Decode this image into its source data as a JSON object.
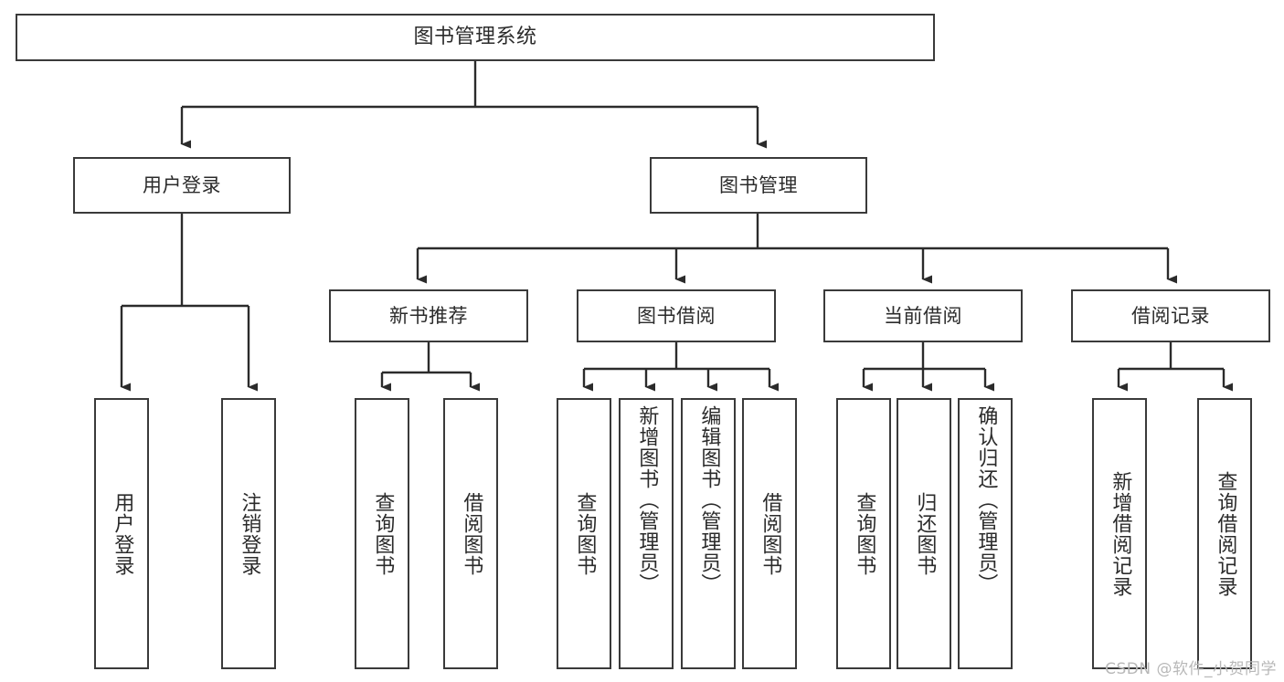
{
  "diagram": {
    "title": "图书管理系统",
    "type": "tree",
    "colors": {
      "box_border": "#3a3a3a",
      "box_fill": "#ffffff",
      "edge": "#2b2b2b",
      "text": "#2b2b2b",
      "background": "#ffffff",
      "watermark": "#b8b8b8"
    }
  },
  "nodes": {
    "root": {
      "label": "图书管理系统"
    },
    "level1": [
      {
        "id": "user_login",
        "label": "用户登录"
      },
      {
        "id": "book_manage",
        "label": "图书管理"
      }
    ],
    "level2": [
      {
        "id": "new_book_rec",
        "label": "新书推荐"
      },
      {
        "id": "book_borrow",
        "label": "图书借阅"
      },
      {
        "id": "current_borrow",
        "label": "当前借阅"
      },
      {
        "id": "borrow_record",
        "label": "借阅记录"
      }
    ],
    "leaves": {
      "user_login": [
        {
          "id": "leaf_user_login",
          "label": "用户登录"
        },
        {
          "id": "leaf_user_logout",
          "label": "注销登录"
        }
      ],
      "new_book_rec": [
        {
          "id": "leaf_query_book_1",
          "label": "查询图书"
        },
        {
          "id": "leaf_borrow_book_1",
          "label": "借阅图书"
        }
      ],
      "book_borrow": [
        {
          "id": "leaf_query_book_2",
          "label": "查询图书"
        },
        {
          "id": "leaf_add_book",
          "label": "新增图书（管理员）"
        },
        {
          "id": "leaf_edit_book",
          "label": "编辑图书（管理员）"
        },
        {
          "id": "leaf_borrow_book_2",
          "label": "借阅图书"
        }
      ],
      "current_borrow": [
        {
          "id": "leaf_query_book_3",
          "label": "查询图书"
        },
        {
          "id": "leaf_return_book",
          "label": "归还图书"
        },
        {
          "id": "leaf_confirm_return",
          "label": "确认归还（管理员）"
        }
      ],
      "borrow_record": [
        {
          "id": "leaf_add_record",
          "label": "新增借阅记录"
        },
        {
          "id": "leaf_query_record",
          "label": "查询借阅记录"
        }
      ]
    }
  },
  "watermark": {
    "text": "CSDN @软件_小贺同学"
  }
}
